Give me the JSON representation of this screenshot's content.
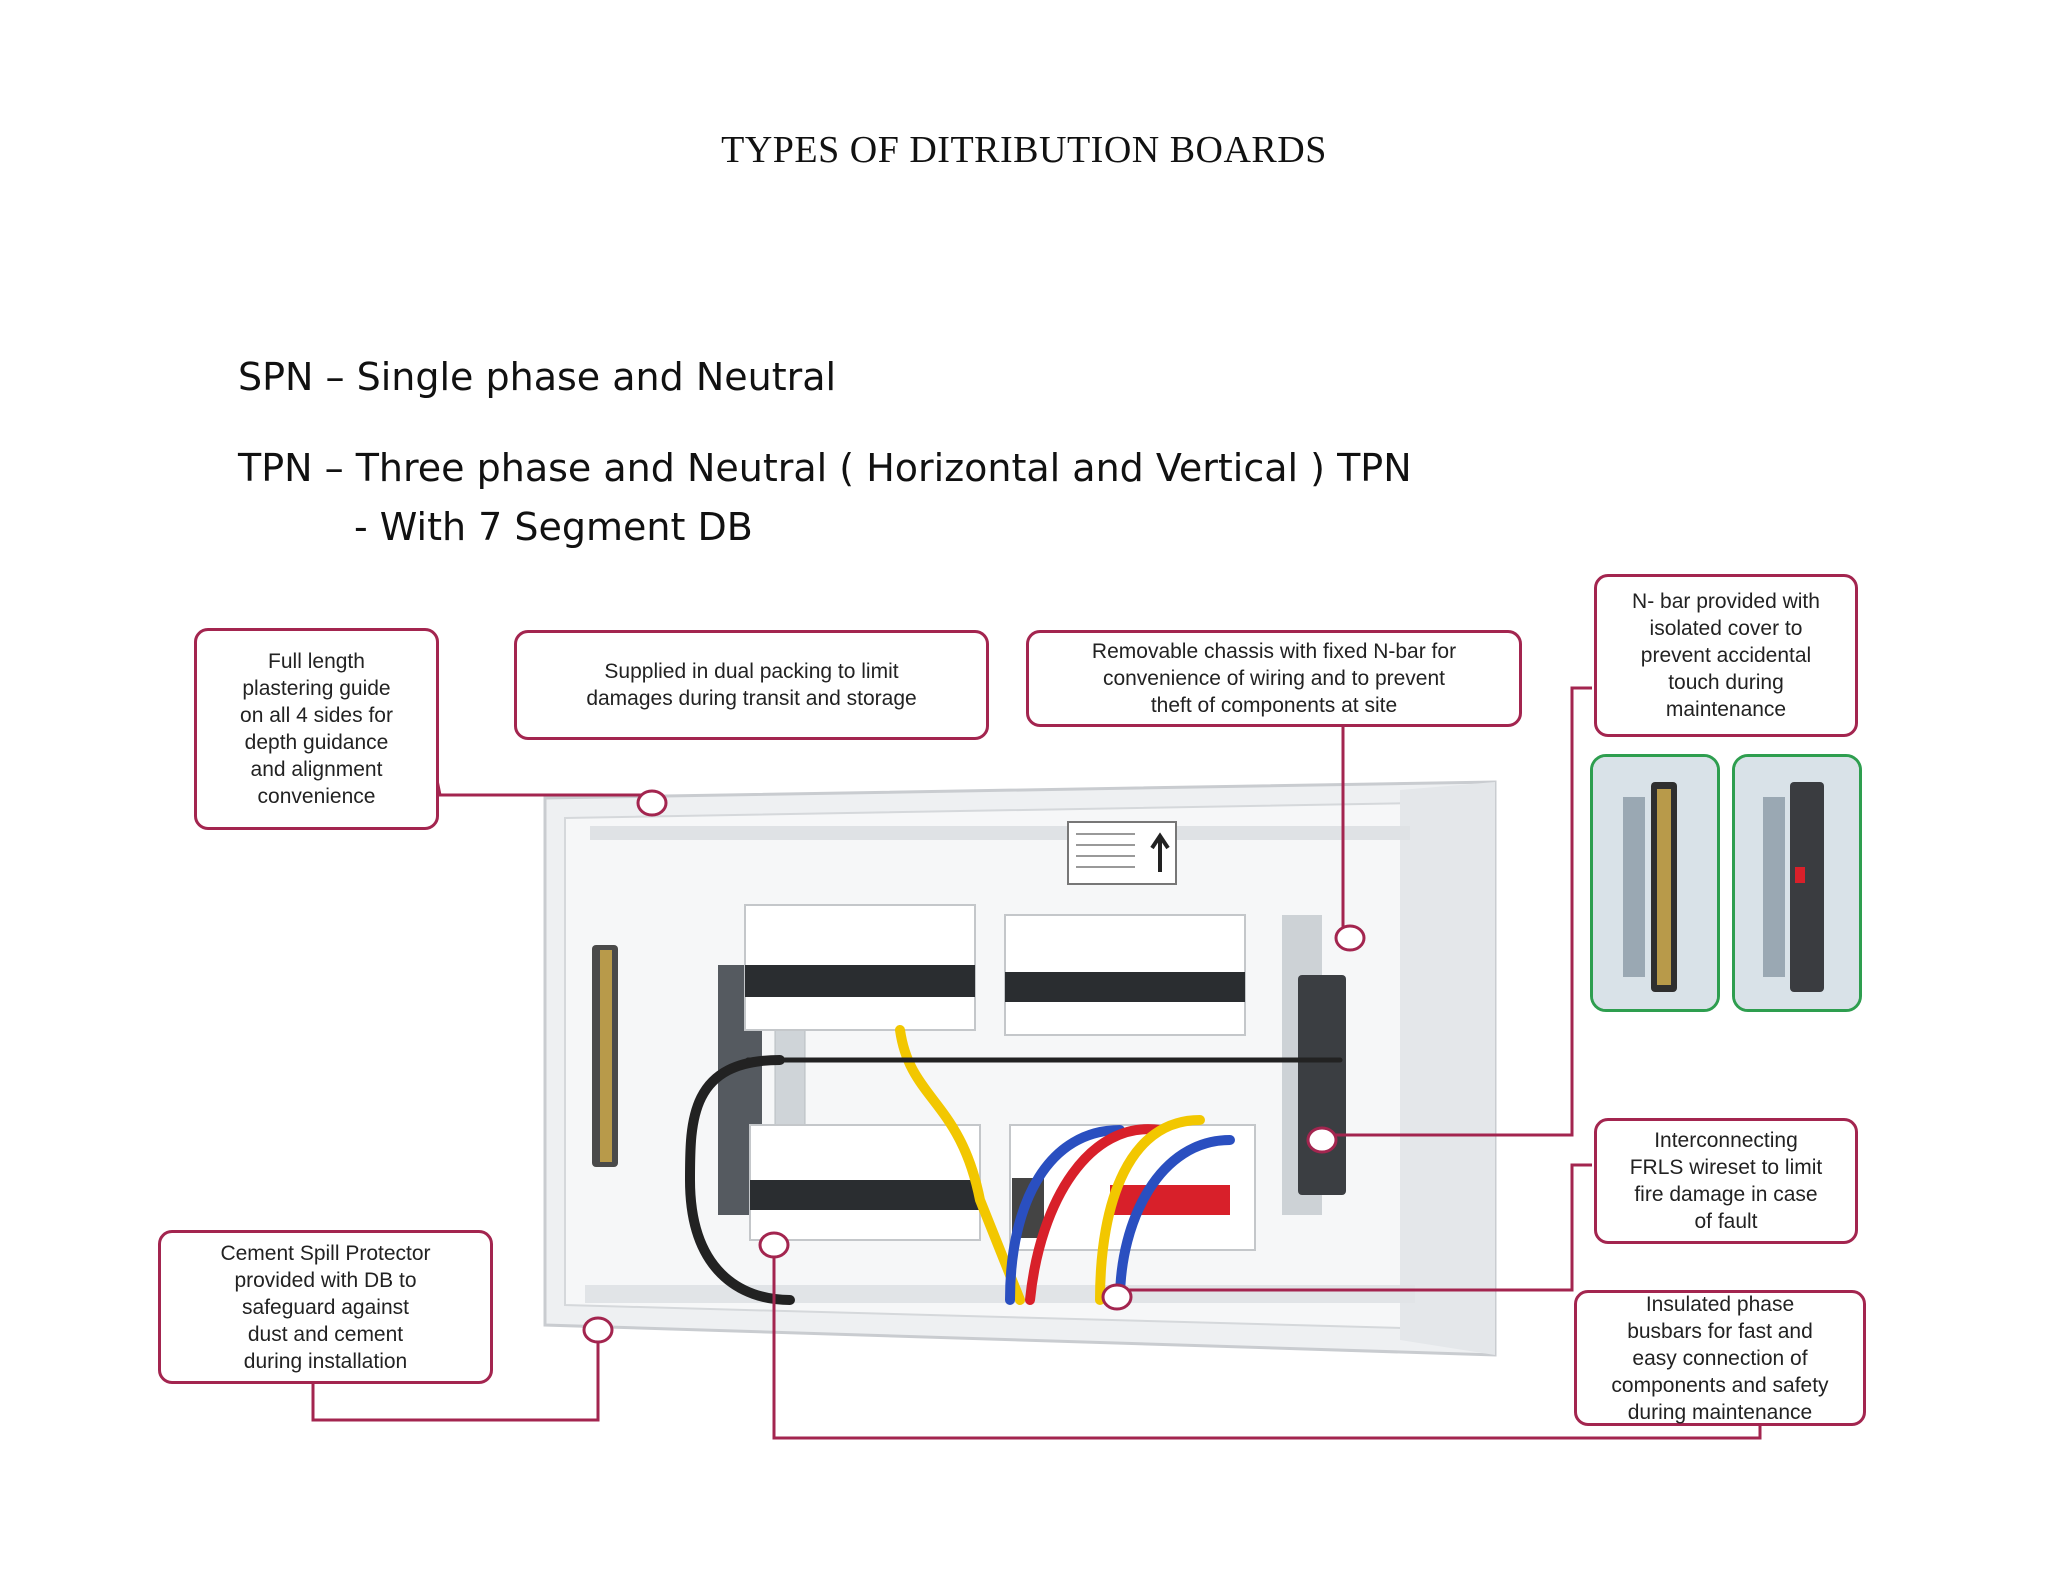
{
  "title": "TYPES OF DITRIBUTION BOARDS",
  "lines": {
    "spn": "SPN – Single phase and Neutral",
    "tpn": "TPN – Three phase and Neutral ( Horizontal and Vertical ) TPN",
    "tpn_cont": "- With 7 Segment DB"
  },
  "callouts": {
    "plastering": "Full length\nplastering guide\non all 4 sides for\ndepth guidance\nand alignment\nconvenience",
    "packing": "Supplied in dual packing to limit\ndamages during transit and storage",
    "chassis": "Removable chassis with fixed N-bar for\nconvenience of wiring and to prevent\ntheft of components at site",
    "nbar": "N- bar provided with\nisolated cover to\nprevent accidental\ntouch during\nmaintenance",
    "cement": "Cement Spill Protector\nprovided with DB to\nsafeguard against\ndust and cement\nduring installation",
    "frls": "Interconnecting\nFRLS wireset to limit\nfire damage in case\nof fault",
    "busbar": "Insulated phase\nbusbars for fast and\neasy connection of\ncomponents and safety\nduring maintenance"
  },
  "colors": {
    "callout_border": "#a3254f",
    "thumb_border": "#2e9e4f"
  }
}
